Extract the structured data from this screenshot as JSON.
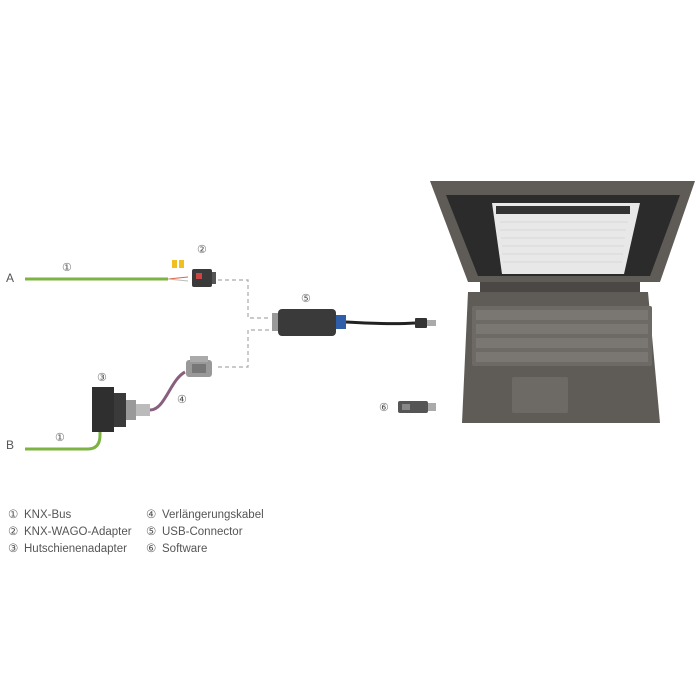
{
  "colors": {
    "cable_green": "#7cb342",
    "cable_purple": "#8a5f7e",
    "device_dark": "#3a3a3a",
    "laptop_body": "#5f5b57",
    "laptop_dark": "#3f3c39",
    "screen_bg": "#2b2b2b",
    "key_color": "#7a7672",
    "dashed_line": "#aaaaaa",
    "usb_blue": "#2e5ea8",
    "text_gray": "#555555"
  },
  "labels": {
    "line_a": "A",
    "line_b": "B",
    "marker_1": "①",
    "marker_2": "②",
    "marker_3": "③",
    "marker_4": "④",
    "marker_5": "⑤",
    "marker_6": "⑥"
  },
  "legend": [
    {
      "num": "①",
      "label": "KNX-Bus"
    },
    {
      "num": "②",
      "label": "KNX-WAGO-Adapter"
    },
    {
      "num": "③",
      "label": "Hutschienenadapter"
    },
    {
      "num": "④",
      "label": "Verlängerungskabel"
    },
    {
      "num": "⑤",
      "label": "USB-Connector"
    },
    {
      "num": "⑥",
      "label": "Software"
    }
  ],
  "icons": [
    "knx-wago-adapter-icon",
    "din-rail-adapter-icon",
    "usb-connector-icon",
    "usb-stick-icon",
    "laptop-icon"
  ]
}
